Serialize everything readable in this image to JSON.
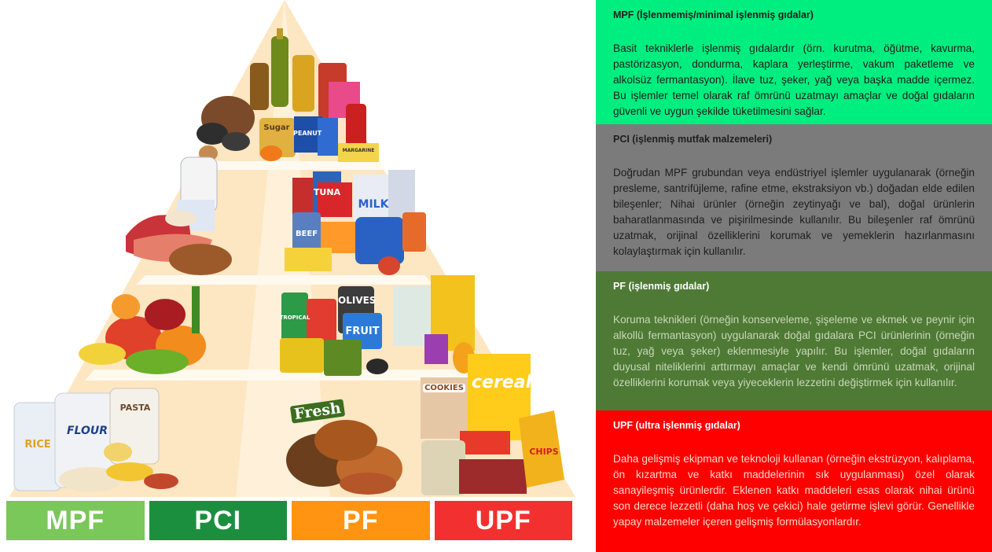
{
  "pyramid": {
    "legend": [
      {
        "label": "MPF",
        "color": "#7ac75a"
      },
      {
        "label": "PCI",
        "color": "#1c8f3f"
      },
      {
        "label": "PF",
        "color": "#ff9412"
      },
      {
        "label": "UPF",
        "color": "#f23030"
      }
    ],
    "package_labels": {
      "sugar": "Sugar",
      "peanut": "PEANUT",
      "margarine": "MARGARINE",
      "tuna": "TUNA",
      "milk": "MILK",
      "beef": "BEEF",
      "olives": "OLIVES",
      "fruit": "FRUIT",
      "tropical": "TROPICAL",
      "fresh": "Fresh",
      "cookies": "COOKIES",
      "cereal": "cereal",
      "chips": "CHIPS",
      "flour": "FLOUR",
      "rice": "RICE",
      "pasta": "PASTA"
    }
  },
  "panels": [
    {
      "title": "MPF (İşlenmemiş/minimal işlenmiş gıdalar)",
      "body": "Basit tekniklerle işlenmiş gıdalardır (örn. kurutma, öğütme, kavurma, pastörizasyon, dondurma, kaplara yerleştirme, vakum paketleme ve alkolsüz fermantasyon). İlave tuz, şeker, yağ veya başka madde içermez. Bu işlemler temel olarak raf ömrünü uzatmayı amaçlar ve doğal gıdaların güvenli ve uygun şekilde tüketilmesini sağlar."
    },
    {
      "title": "PCI (işlenmiş mutfak malzemeleri)",
      "body": "Doğrudan MPF grubundan veya endüstriyel işlemler uygulanarak (örneğin presleme, santrifüjleme, rafine etme, ekstraksiyon vb.) doğadan elde edilen bileşenler; Nihai ürünler (örneğin zeytinyağı ve bal), doğal ürünlerin baharatlanmasında ve pişirilmesinde kullanılır. Bu bileşenler raf ömrünü uzatmak, orijinal özelliklerini korumak ve yemeklerin hazırlanmasını kolaylaştırmak için kullanılır."
    },
    {
      "title": "PF (işlenmiş gıdalar)",
      "body": "Koruma teknikleri (örneğin konserveleme, şişeleme ve ekmek ve peynir için alkollü fermantasyon) uygulanarak doğal gıdalara PCI ürünlerinin (örneğin tuz, yağ veya şeker) eklenmesiyle yapılır. Bu işlemler, doğal gıdaların duyusal niteliklerini arttırmayı amaçlar ve kendi ömrünü uzatmak, orijinal özelliklerini korumak veya yiyeceklerin lezzetini değiştirmek için kullanılır."
    },
    {
      "title": "UPF (ultra işlenmiş gıdalar)",
      "body": "Daha gelişmiş ekipman ve teknoloji kullanan (örneğin ekstrüzyon, kalıplama, ön kızartma ve katkı maddelerinin sık uygulanması) özel olarak sanayileşmiş ürünlerdir. Eklenen katkı maddeleri esas olarak nihai ürünü son derece lezzetli (daha hoş ve çekici) hale getirme işlevi görür. Genellikle yapay malzemeler içeren gelişmiş formülasyonlardır."
    }
  ]
}
